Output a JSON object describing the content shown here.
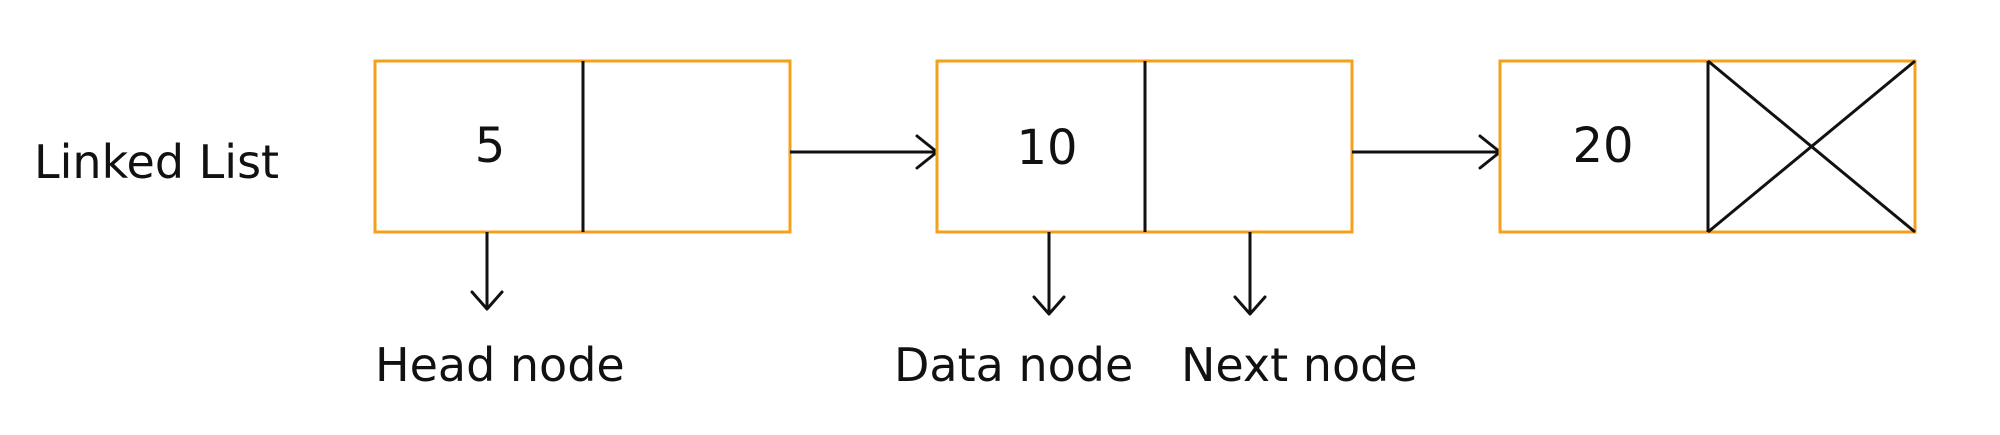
{
  "title": "Linked List",
  "nodes": [
    {
      "value": "5"
    },
    {
      "value": "10"
    },
    {
      "value": "20"
    }
  ],
  "labels": {
    "head": "Head node",
    "data": "Data node",
    "next": "Next node"
  },
  "colors": {
    "node_border": "#f5a01a",
    "lines": "#111111"
  }
}
